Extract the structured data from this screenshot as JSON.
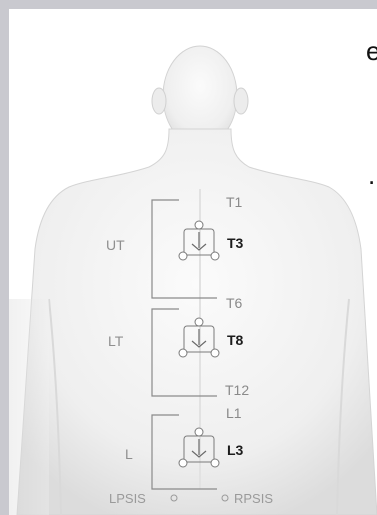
{
  "figure": {
    "edge_fragments": [
      "e",
      "."
    ],
    "brackets": {
      "upper_thoracic": "UT",
      "lower_thoracic": "LT",
      "lumbar": "L"
    },
    "vertebrae": {
      "t1": "T1",
      "t3": "T3",
      "t6": "T6",
      "t8": "T8",
      "t12": "T12",
      "l1": "L1",
      "l3": "L3"
    },
    "landmarks": {
      "left_psis": "LPSIS",
      "right_psis": "RPSIS"
    }
  }
}
